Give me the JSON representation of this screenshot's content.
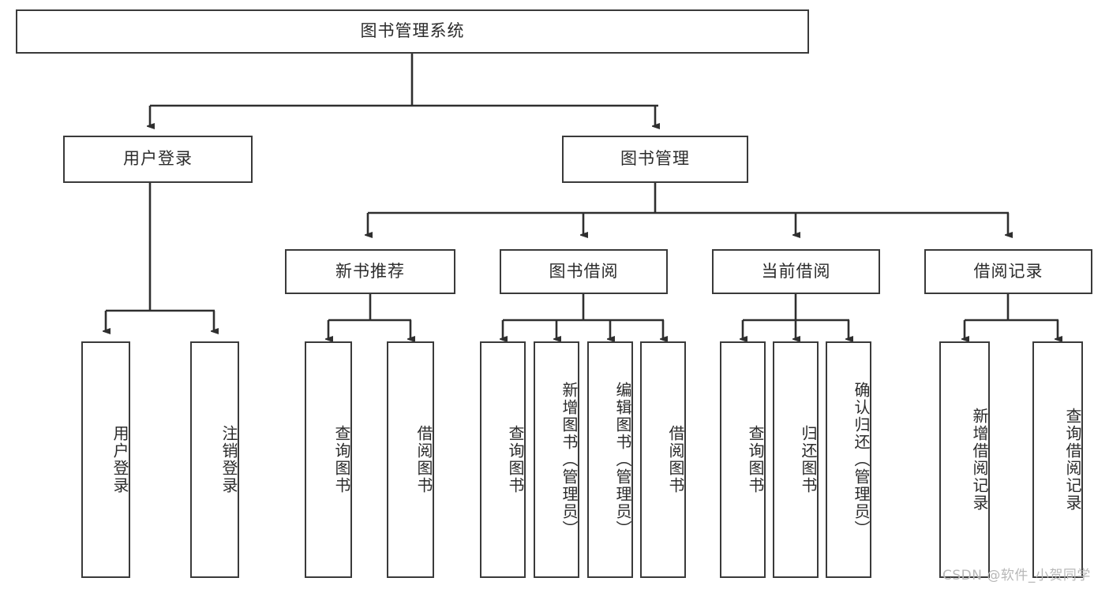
{
  "diagram": {
    "title": "图书管理系统",
    "root": {
      "label": "图书管理系统"
    },
    "level2": [
      {
        "label": "用户登录"
      },
      {
        "label": "图书管理"
      }
    ],
    "level3": [
      {
        "label": "新书推荐"
      },
      {
        "label": "图书借阅"
      },
      {
        "label": "当前借阅"
      },
      {
        "label": "借阅记录"
      }
    ],
    "leaves": {
      "user_login": [
        {
          "label": "用户登录"
        },
        {
          "label": "注销登录"
        }
      ],
      "new_book_recommend": [
        {
          "label": "查询图书"
        },
        {
          "label": "借阅图书"
        }
      ],
      "book_borrow": [
        {
          "label": "查询图书"
        },
        {
          "label": "新增图书（管理员）"
        },
        {
          "label": "编辑图书（管理员）"
        },
        {
          "label": "借阅图书"
        }
      ],
      "current_borrow": [
        {
          "label": "查询图书"
        },
        {
          "label": "归还图书"
        },
        {
          "label": "确认归还（管理员）"
        }
      ],
      "borrow_record": [
        {
          "label": "新增借阅记录"
        },
        {
          "label": "查询借阅记录"
        }
      ]
    }
  },
  "watermark": {
    "text": "CSDN @软件_小贺同学"
  },
  "colors": {
    "border": "#3a3a3a",
    "text": "#2b2b2b",
    "background": "#ffffff",
    "watermark": "#b8b8b8"
  }
}
